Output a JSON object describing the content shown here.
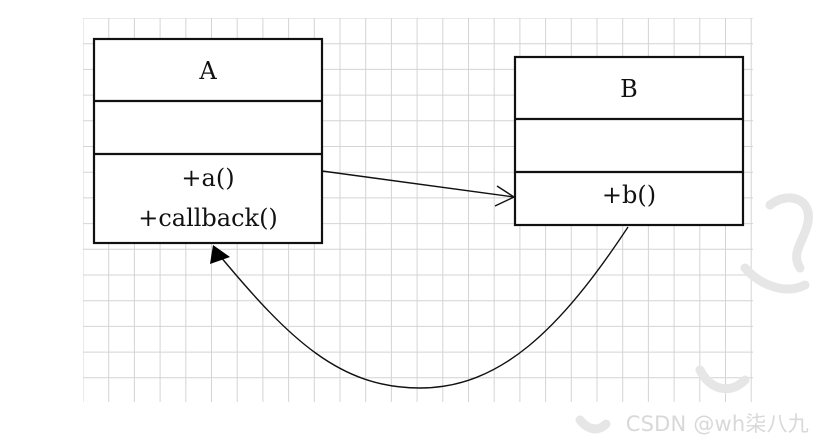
{
  "diagram": {
    "classes": [
      {
        "name": "A",
        "attributes": "",
        "methods": [
          "+a()",
          "+callback()"
        ]
      },
      {
        "name": "B",
        "attributes": "",
        "methods": [
          "+b()"
        ]
      }
    ],
    "relations": [
      {
        "from": "A",
        "to": "B",
        "style": "open-arrow"
      },
      {
        "from": "B",
        "to": "A",
        "style": "filled-arrow"
      }
    ]
  },
  "watermark": {
    "text": "CSDN @wh柒八九"
  },
  "colors": {
    "line": "#111111",
    "grid": "#d4d4d4",
    "watermark": "#d8d8d8"
  }
}
